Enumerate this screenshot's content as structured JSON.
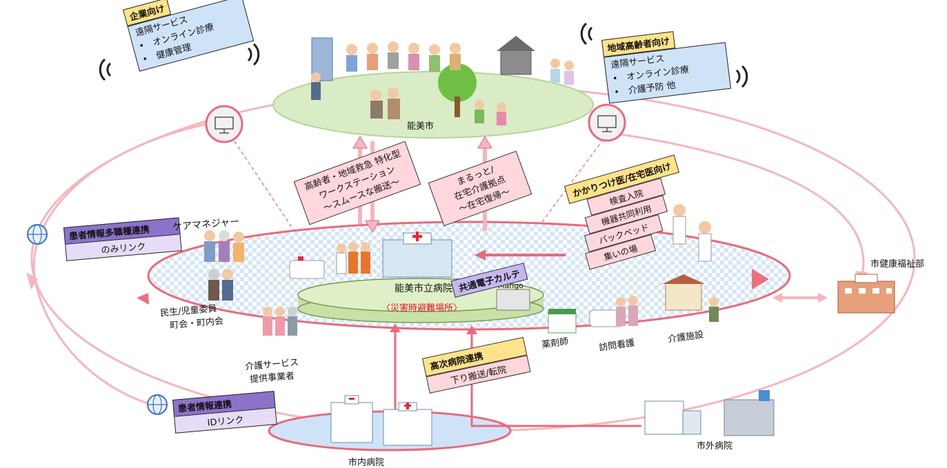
{
  "places": {
    "city": "能美市",
    "hospital": "能美市立病院",
    "shelter": "〈災害時避難場所〉",
    "welfare_dept": "市健康福祉部",
    "city_hospitals": "市内病院",
    "outside_hospitals": "市外病院",
    "mango": "Mango"
  },
  "corporate_box": {
    "header": "企業向け",
    "items": [
      "遠隔サービス",
      "•　オンライン診療",
      "•　健康管理"
    ]
  },
  "elderly_box": {
    "header": "地域高齢者向け",
    "items": [
      "遠隔サービス",
      "•　オンライン診療",
      "•　介護予防 他"
    ]
  },
  "notes": {
    "transport": [
      "高齢者・地域救急 特化型",
      "ワークステーション",
      "～スムースな搬送～"
    ],
    "home_care": [
      "まるっと/",
      "在宅介護拠点",
      "～在宅復帰～"
    ]
  },
  "family_doctor": {
    "header": "かかりつけ医/在宅医向け",
    "items": [
      "検査入院",
      "機器共同利用",
      "バックベッド",
      "集いの場"
    ]
  },
  "ehr_label": "共通電子カルテ",
  "link_top": {
    "header": "患者情報多職種連携",
    "body": "のみリンク"
  },
  "link_bottom": {
    "header": "患者情報連携",
    "body": "IDリンク"
  },
  "advanced": {
    "header": "高次病院連携",
    "body": "下り搬送/転院"
  },
  "actors": {
    "care_manager": "ケアマネジャー",
    "welfare_volunteers": "民生/児童委員",
    "neighborhood": "町会・町内会",
    "care_service_1": "介護サービス",
    "care_service_2": "提供事業者",
    "pharmacist": "薬剤師",
    "home_nursing": "訪問看護",
    "care_facility": "介護施設"
  },
  "colors": {
    "accent_pink": "#f07f8c",
    "arrow_pink": "#f6b5bd",
    "oval_green": "#d9ecc6",
    "oval_blue": "#cfe3f8",
    "header_yellow": "#ffe38a",
    "header_purple": "#8b73c9",
    "note_pink": "#ffd7dc"
  }
}
